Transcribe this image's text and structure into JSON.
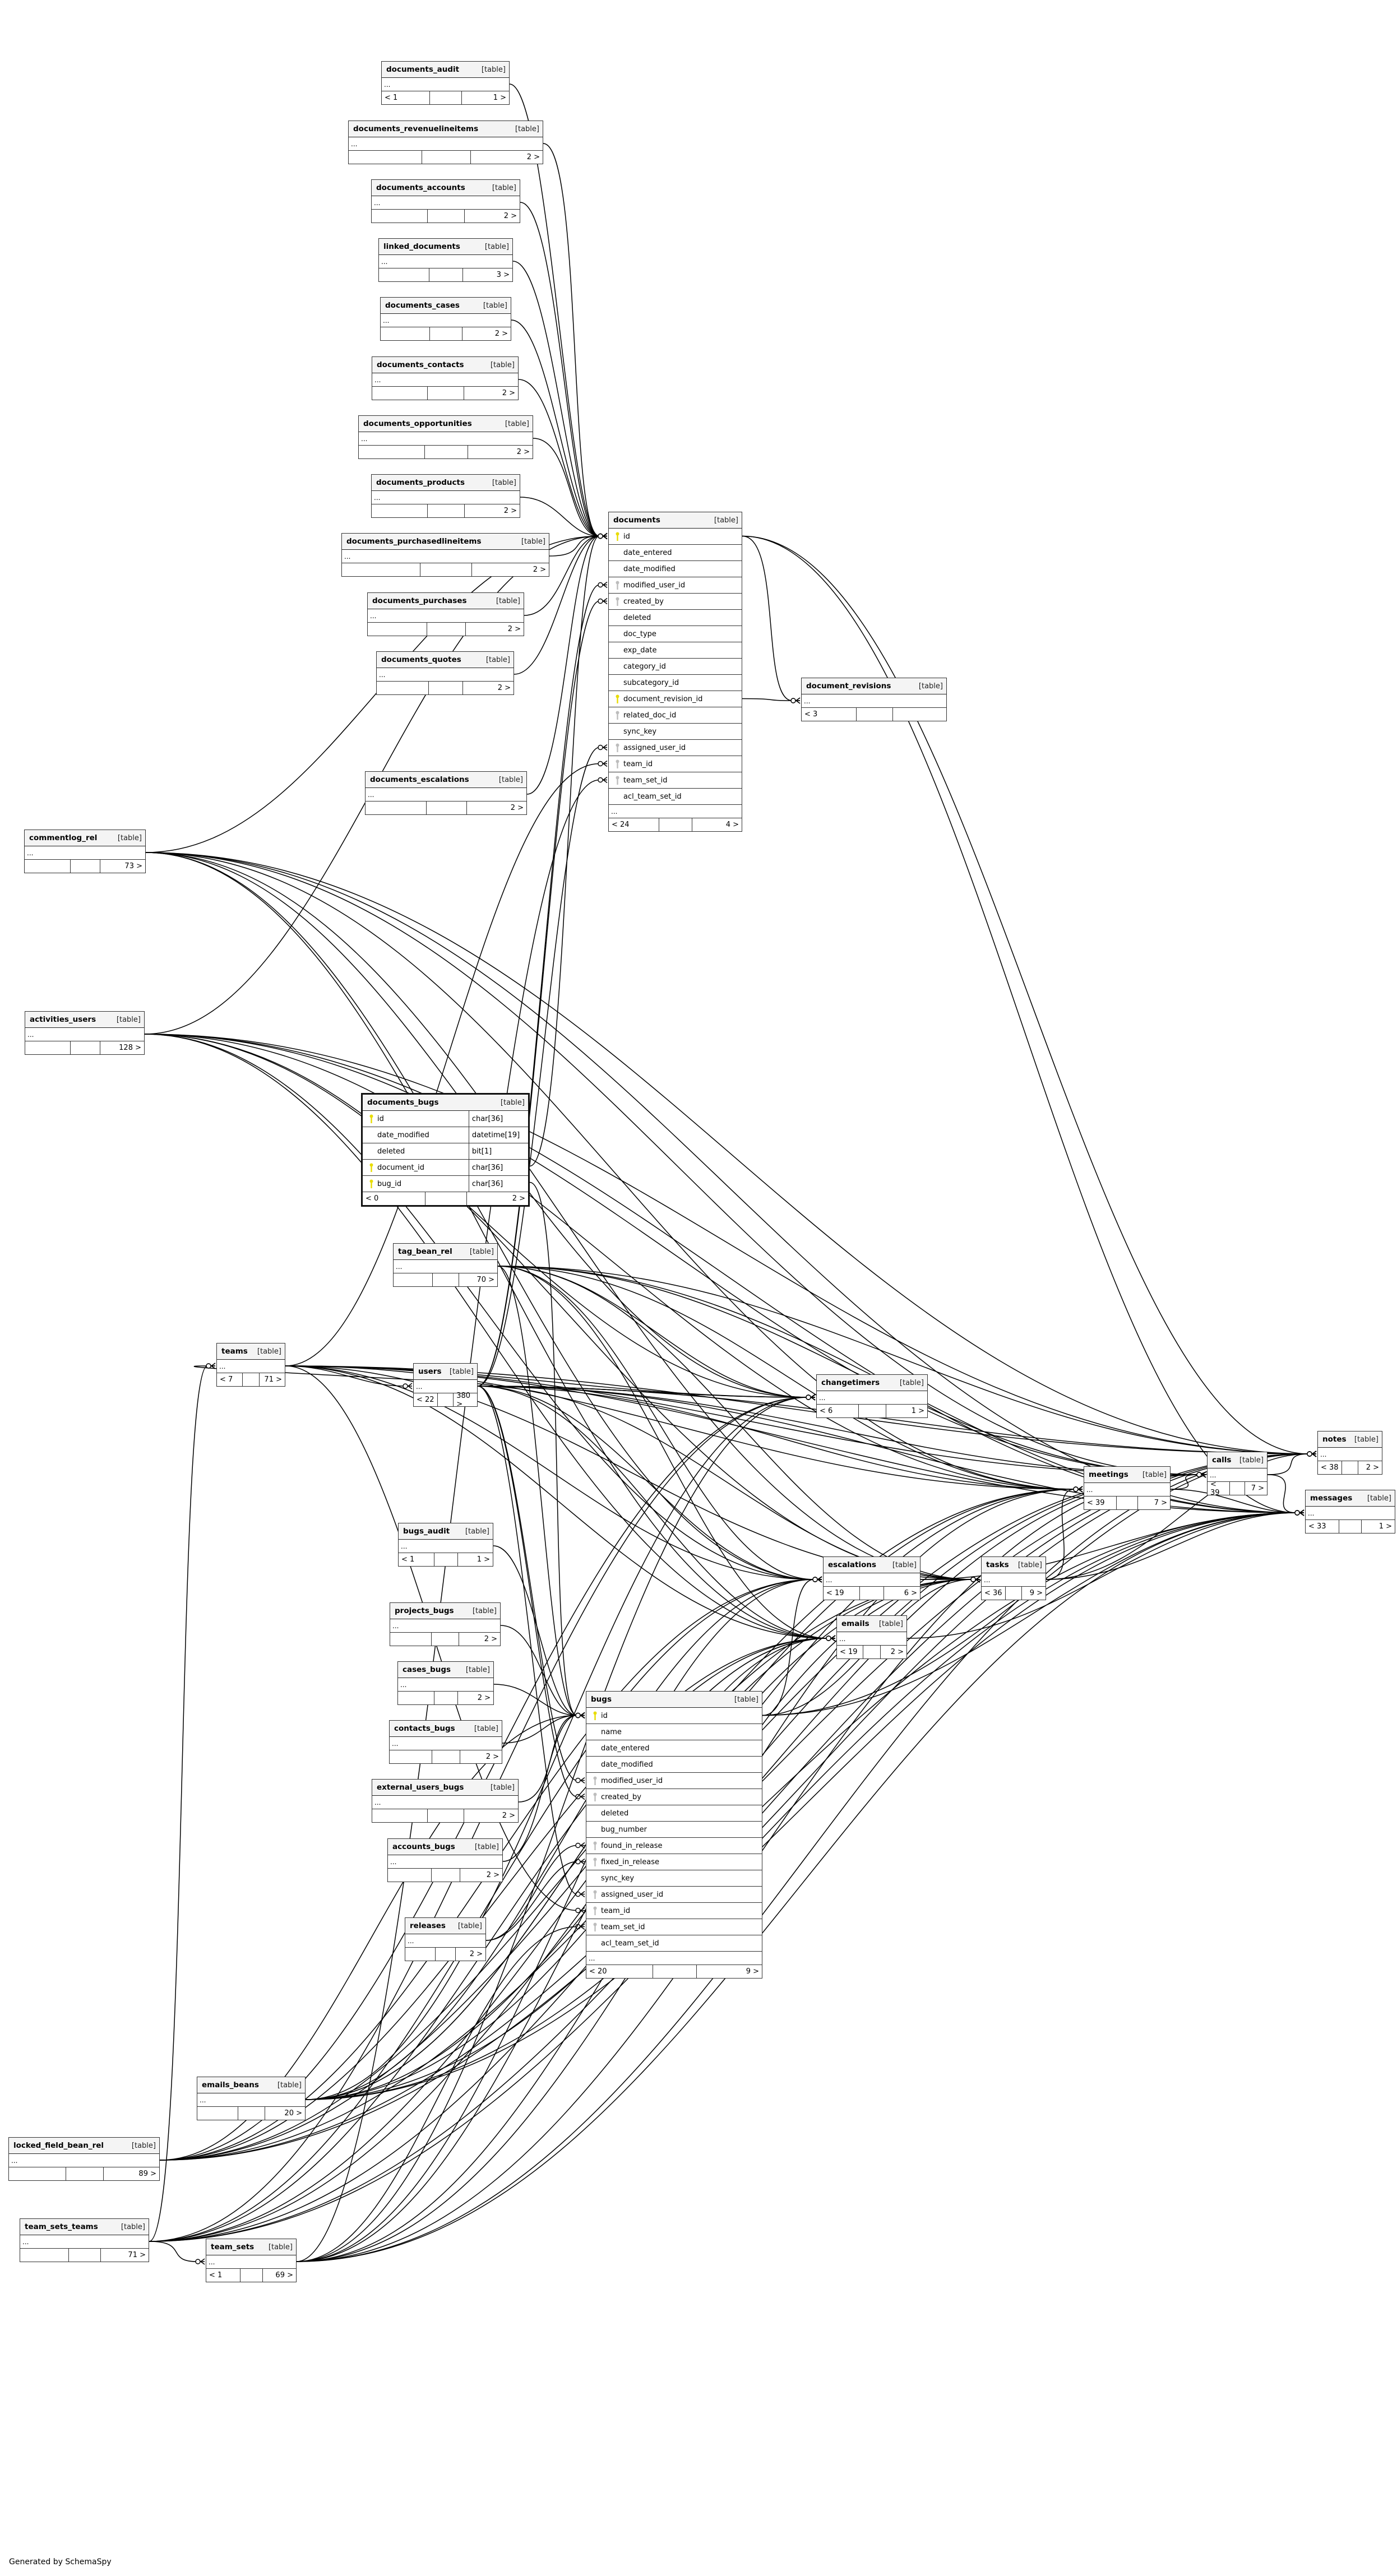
{
  "credit": "Generated by SchemaSpy",
  "tables": [
    {
      "name": "documents_audit",
      "label": "[table]",
      "ellipsis": "...",
      "footer": [
        "< 1",
        "",
        "1 >"
      ]
    },
    {
      "name": "documents_revenuelineitems",
      "label": "[table]",
      "ellipsis": "...",
      "footer": [
        "",
        "",
        "2 >"
      ]
    },
    {
      "name": "documents_accounts",
      "label": "[table]",
      "ellipsis": "...",
      "footer": [
        "",
        "",
        "2 >"
      ]
    },
    {
      "name": "linked_documents",
      "label": "[table]",
      "ellipsis": "...",
      "footer": [
        "",
        "",
        "3 >"
      ]
    },
    {
      "name": "documents_cases",
      "label": "[table]",
      "ellipsis": "...",
      "footer": [
        "",
        "",
        "2 >"
      ]
    },
    {
      "name": "documents_contacts",
      "label": "[table]",
      "ellipsis": "...",
      "footer": [
        "",
        "",
        "2 >"
      ]
    },
    {
      "name": "documents_opportunities",
      "label": "[table]",
      "ellipsis": "...",
      "footer": [
        "",
        "",
        "2 >"
      ]
    },
    {
      "name": "documents_products",
      "label": "[table]",
      "ellipsis": "...",
      "footer": [
        "",
        "",
        "2 >"
      ]
    },
    {
      "name": "documents_purchasedlineitems",
      "label": "[table]",
      "ellipsis": "...",
      "footer": [
        "",
        "",
        "2 >"
      ]
    },
    {
      "name": "documents_purchases",
      "label": "[table]",
      "ellipsis": "...",
      "footer": [
        "",
        "",
        "2 >"
      ]
    },
    {
      "name": "documents_quotes",
      "label": "[table]",
      "ellipsis": "...",
      "footer": [
        "",
        "",
        "2 >"
      ]
    },
    {
      "name": "documents_escalations",
      "label": "[table]",
      "ellipsis": "...",
      "footer": [
        "",
        "",
        "2 >"
      ]
    },
    {
      "name": "documents",
      "label": "[table]",
      "columns": [
        {
          "name": "id",
          "key": "primary"
        },
        {
          "name": "date_entered",
          "key": ""
        },
        {
          "name": "date_modified",
          "key": ""
        },
        {
          "name": "modified_user_id",
          "key": "foreign"
        },
        {
          "name": "created_by",
          "key": "foreign"
        },
        {
          "name": "deleted",
          "key": ""
        },
        {
          "name": "doc_type",
          "key": ""
        },
        {
          "name": "exp_date",
          "key": ""
        },
        {
          "name": "category_id",
          "key": ""
        },
        {
          "name": "subcategory_id",
          "key": ""
        },
        {
          "name": "document_revision_id",
          "key": "primary"
        },
        {
          "name": "related_doc_id",
          "key": "foreign"
        },
        {
          "name": "sync_key",
          "key": ""
        },
        {
          "name": "assigned_user_id",
          "key": "foreign"
        },
        {
          "name": "team_id",
          "key": "foreign"
        },
        {
          "name": "team_set_id",
          "key": "foreign"
        },
        {
          "name": "acl_team_set_id",
          "key": ""
        }
      ],
      "ellipsis": "...",
      "footer": [
        "< 24",
        "",
        "4 >"
      ]
    },
    {
      "name": "document_revisions",
      "label": "[table]",
      "ellipsis": "...",
      "footer": [
        "< 3",
        "",
        ""
      ]
    },
    {
      "name": "commentlog_rel",
      "label": "[table]",
      "ellipsis": "...",
      "footer": [
        "",
        "",
        "73 >"
      ]
    },
    {
      "name": "activities_users",
      "label": "[table]",
      "ellipsis": "...",
      "footer": [
        "",
        "",
        "128 >"
      ]
    },
    {
      "name": "documents_bugs",
      "label": "[table]",
      "columns": [
        {
          "name": "id",
          "key": "primary",
          "type": "char[36]"
        },
        {
          "name": "date_modified",
          "key": "",
          "type": "datetime[19]"
        },
        {
          "name": "deleted",
          "key": "",
          "type": "bit[1]"
        },
        {
          "name": "document_id",
          "key": "primary",
          "type": "char[36]"
        },
        {
          "name": "bug_id",
          "key": "primary",
          "type": "char[36]"
        }
      ],
      "footer": [
        "< 0",
        "",
        "2 >"
      ]
    },
    {
      "name": "tag_bean_rel",
      "label": "[table]",
      "ellipsis": "...",
      "footer": [
        "",
        "",
        "70 >"
      ]
    },
    {
      "name": "teams",
      "label": "[table]",
      "ellipsis": "...",
      "footer": [
        "< 7",
        "",
        "71 >"
      ]
    },
    {
      "name": "users",
      "label": "[table]",
      "ellipsis": "...",
      "footer": [
        "< 22",
        "",
        "380 >"
      ]
    },
    {
      "name": "changetimers",
      "label": "[table]",
      "ellipsis": "...",
      "footer": [
        "< 6",
        "",
        "1 >"
      ]
    },
    {
      "name": "notes",
      "label": "[table]",
      "ellipsis": "...",
      "footer": [
        "< 38",
        "",
        "2 >"
      ]
    },
    {
      "name": "calls",
      "label": "[table]",
      "ellipsis": "...",
      "footer": [
        "< 39",
        "",
        "7 >"
      ]
    },
    {
      "name": "meetings",
      "label": "[table]",
      "ellipsis": "...",
      "footer": [
        "< 39",
        "",
        "7 >"
      ]
    },
    {
      "name": "messages",
      "label": "[table]",
      "ellipsis": "...",
      "footer": [
        "< 33",
        "",
        "1 >"
      ]
    },
    {
      "name": "bugs_audit",
      "label": "[table]",
      "ellipsis": "...",
      "footer": [
        "< 1",
        "",
        "1 >"
      ]
    },
    {
      "name": "escalations",
      "label": "[table]",
      "ellipsis": "...",
      "footer": [
        "< 19",
        "",
        "6 >"
      ]
    },
    {
      "name": "tasks",
      "label": "[table]",
      "ellipsis": "...",
      "footer": [
        "< 36",
        "",
        "9 >"
      ]
    },
    {
      "name": "emails",
      "label": "[table]",
      "ellipsis": "...",
      "footer": [
        "< 19",
        "",
        "2 >"
      ]
    },
    {
      "name": "projects_bugs",
      "label": "[table]",
      "ellipsis": "...",
      "footer": [
        "",
        "",
        "2 >"
      ]
    },
    {
      "name": "cases_bugs",
      "label": "[table]",
      "ellipsis": "...",
      "footer": [
        "",
        "",
        "2 >"
      ]
    },
    {
      "name": "contacts_bugs",
      "label": "[table]",
      "ellipsis": "...",
      "footer": [
        "",
        "",
        "2 >"
      ]
    },
    {
      "name": "bugs",
      "label": "[table]",
      "columns": [
        {
          "name": "id",
          "key": "primary"
        },
        {
          "name": "name",
          "key": ""
        },
        {
          "name": "date_entered",
          "key": ""
        },
        {
          "name": "date_modified",
          "key": ""
        },
        {
          "name": "modified_user_id",
          "key": "foreign"
        },
        {
          "name": "created_by",
          "key": "foreign"
        },
        {
          "name": "deleted",
          "key": ""
        },
        {
          "name": "bug_number",
          "key": ""
        },
        {
          "name": "found_in_release",
          "key": "foreign"
        },
        {
          "name": "fixed_in_release",
          "key": "foreign"
        },
        {
          "name": "sync_key",
          "key": ""
        },
        {
          "name": "assigned_user_id",
          "key": "foreign"
        },
        {
          "name": "team_id",
          "key": "foreign"
        },
        {
          "name": "team_set_id",
          "key": "foreign"
        },
        {
          "name": "acl_team_set_id",
          "key": ""
        }
      ],
      "ellipsis": "...",
      "footer": [
        "< 20",
        "",
        "9 >"
      ]
    },
    {
      "name": "external_users_bugs",
      "label": "[table]",
      "ellipsis": "...",
      "footer": [
        "",
        "",
        "2 >"
      ]
    },
    {
      "name": "accounts_bugs",
      "label": "[table]",
      "ellipsis": "...",
      "footer": [
        "",
        "",
        "2 >"
      ]
    },
    {
      "name": "releases",
      "label": "[table]",
      "ellipsis": "...",
      "footer": [
        "",
        "",
        "2 >"
      ]
    },
    {
      "name": "emails_beans",
      "label": "[table]",
      "ellipsis": "...",
      "footer": [
        "",
        "",
        "20 >"
      ]
    },
    {
      "name": "locked_field_bean_rel",
      "label": "[table]",
      "ellipsis": "...",
      "footer": [
        "",
        "",
        "89 >"
      ]
    },
    {
      "name": "team_sets_teams",
      "label": "[table]",
      "ellipsis": "...",
      "footer": [
        "",
        "",
        "71 >"
      ]
    },
    {
      "name": "team_sets",
      "label": "[table]",
      "ellipsis": "...",
      "footer": [
        "< 1",
        "",
        "69 >"
      ]
    }
  ],
  "colors": {
    "primary_key": "#e8dc00",
    "foreign_key": "#bdbdbd",
    "header_bg": "#f4f4f4",
    "line": "#000000"
  }
}
